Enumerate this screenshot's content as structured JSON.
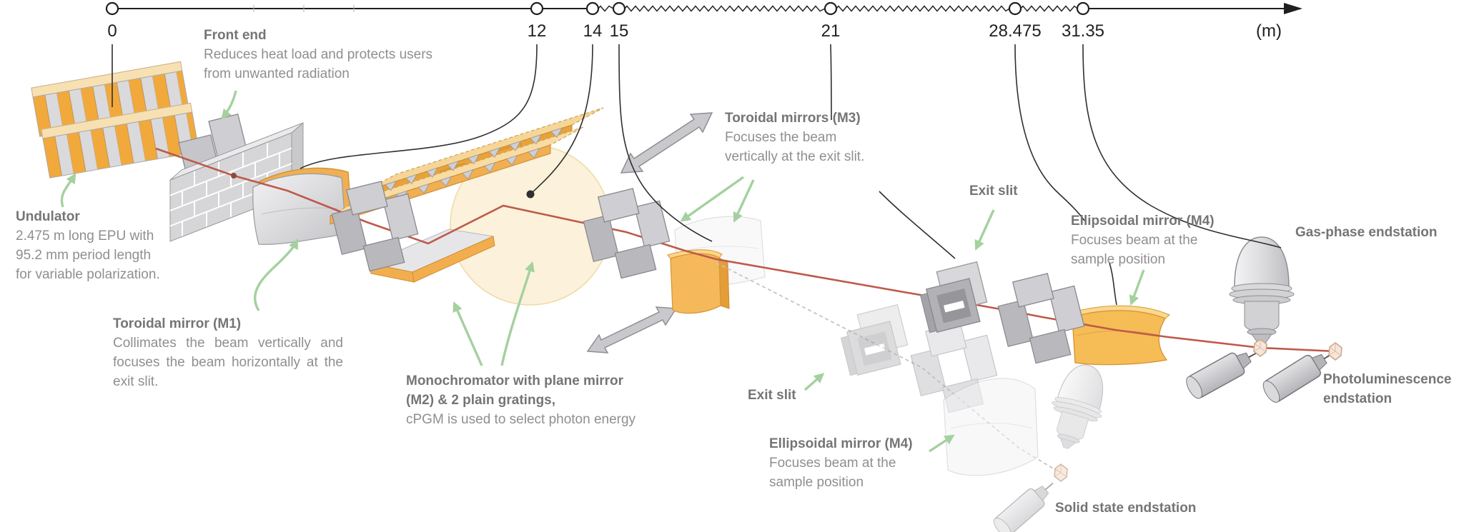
{
  "scale": {
    "unit_label": "(m)",
    "ticks": [
      {
        "label": "0"
      },
      {
        "label": "12"
      },
      {
        "label": "14"
      },
      {
        "label": "15"
      },
      {
        "label": "21"
      },
      {
        "label": "28.475"
      },
      {
        "label": "31.35"
      }
    ]
  },
  "labels": {
    "undulator": {
      "title": "Undulator",
      "lines": [
        "2.475 m long EPU with",
        "95.2 mm period length",
        "for variable polarization."
      ]
    },
    "front_end": {
      "title": "Front end",
      "lines": [
        "Reduces heat load and protects users",
        "from unwanted radiation"
      ]
    },
    "m1": {
      "title": "Toroidal mirror (M1)",
      "body": "Collimates the beam vertically and focuses the beam horizontally at the exit slit."
    },
    "monochromator": {
      "title_line1": "Monochromator with plane mirror",
      "title_line2": "(M2) & 2 plain gratings,",
      "subtitle": "cPGM is used to select photon energy"
    },
    "m3": {
      "title": "Toroidal mirrors (M3)",
      "lines": [
        "Focuses the beam",
        "vertically at the exit slit."
      ]
    },
    "exit_slit_upper": "Exit slit",
    "exit_slit_lower": "Exit slit",
    "m4_upper": {
      "title": "Ellipsoidal mirror (M4)",
      "lines": [
        "Focuses beam at the",
        "sample position"
      ]
    },
    "m4_lower": {
      "title": "Ellipsoidal mirror (M4)",
      "lines": [
        "Focuses beam at the",
        "sample position"
      ]
    },
    "gas_phase_endstation": "Gas-phase endstation",
    "solid_state_endstation": "Solid state endstation",
    "photoluminescence_endstation": {
      "line1": "Photoluminescence",
      "line2": "endstation"
    }
  },
  "colors": {
    "component_orange": "#F2A93B",
    "beam_red": "#BE5A4A",
    "annotation_green": "#A4D19E",
    "component_gray": "#C9C9CD",
    "highlight_cream": "#FCF1DA"
  }
}
